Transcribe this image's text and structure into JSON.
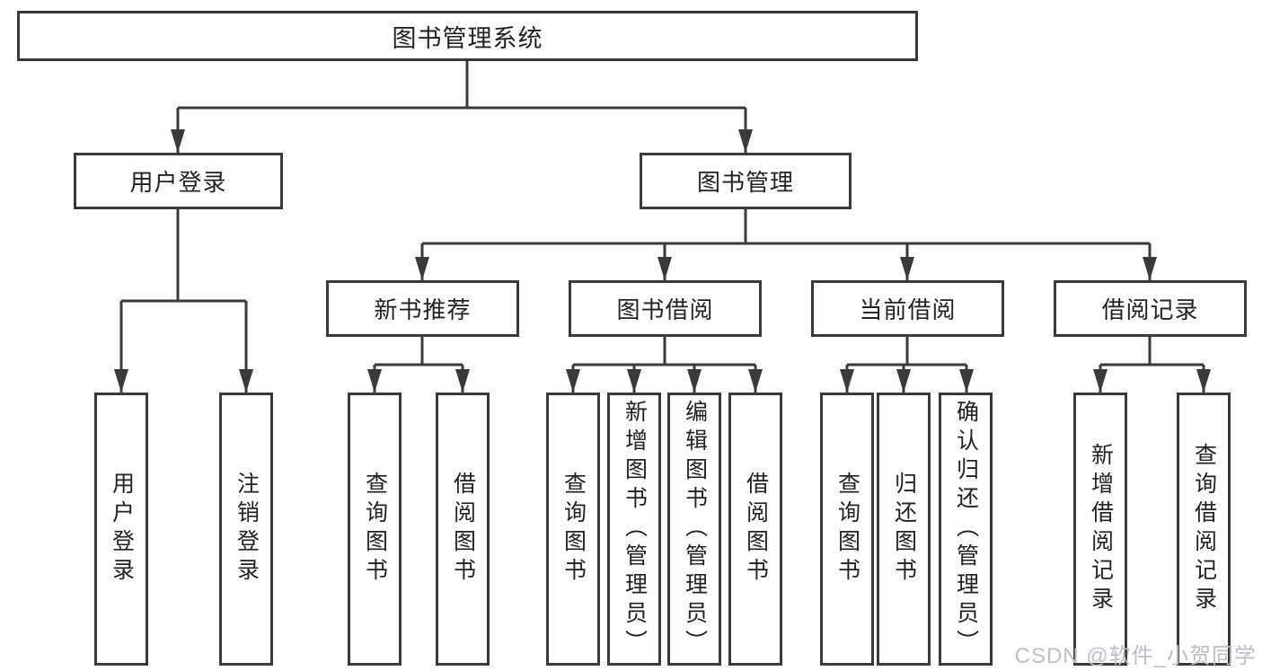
{
  "diagram": {
    "title": "图书管理系统",
    "nodes": {
      "root": "图书管理系统",
      "user_login": "用户登录",
      "book_management": "图书管理",
      "new_book_recommend": "新书推荐",
      "book_borrow": "图书借阅",
      "current_borrow": "当前借阅",
      "borrow_records": "借阅记录",
      "leaves": [
        "用户登录",
        "注销登录",
        "查询图书",
        "借阅图书",
        "查询图书",
        "新增图书（管理员）",
        "编辑图书（管理员）",
        "借阅图书",
        "查询图书",
        "归还图书",
        "确认归还（管理员）",
        "新增借阅记录",
        "查询借阅记录"
      ]
    },
    "colors": {
      "line": "#3a3a3a",
      "box_border": "#3a3a3a",
      "text": "#222222",
      "background": "#ffffff",
      "watermark": "#bcc0c6"
    }
  },
  "watermark": {
    "text": "CSDN @软件_小贺同学"
  }
}
